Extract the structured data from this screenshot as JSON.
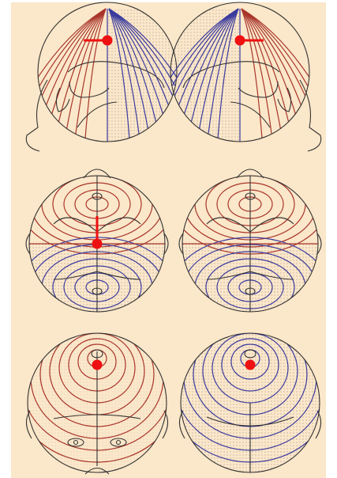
{
  "colors": {
    "background": "#fbe7c9",
    "positive_lines": "#a8352b",
    "negative_lines": "#3a3a9e",
    "outline": "#333333",
    "dipole": "#ee1111",
    "shading": "#8a7a80"
  },
  "panels": [
    {
      "id": "lateral-left-view",
      "view": "lateral",
      "facing": "left"
    },
    {
      "id": "lateral-right-view",
      "view": "lateral",
      "facing": "right"
    },
    {
      "id": "top-view-radial-dipole",
      "view": "top"
    },
    {
      "id": "top-view-no-dipole",
      "view": "top"
    },
    {
      "id": "front-view-red-map",
      "view": "front"
    },
    {
      "id": "back-view-blue-map",
      "view": "back"
    }
  ]
}
